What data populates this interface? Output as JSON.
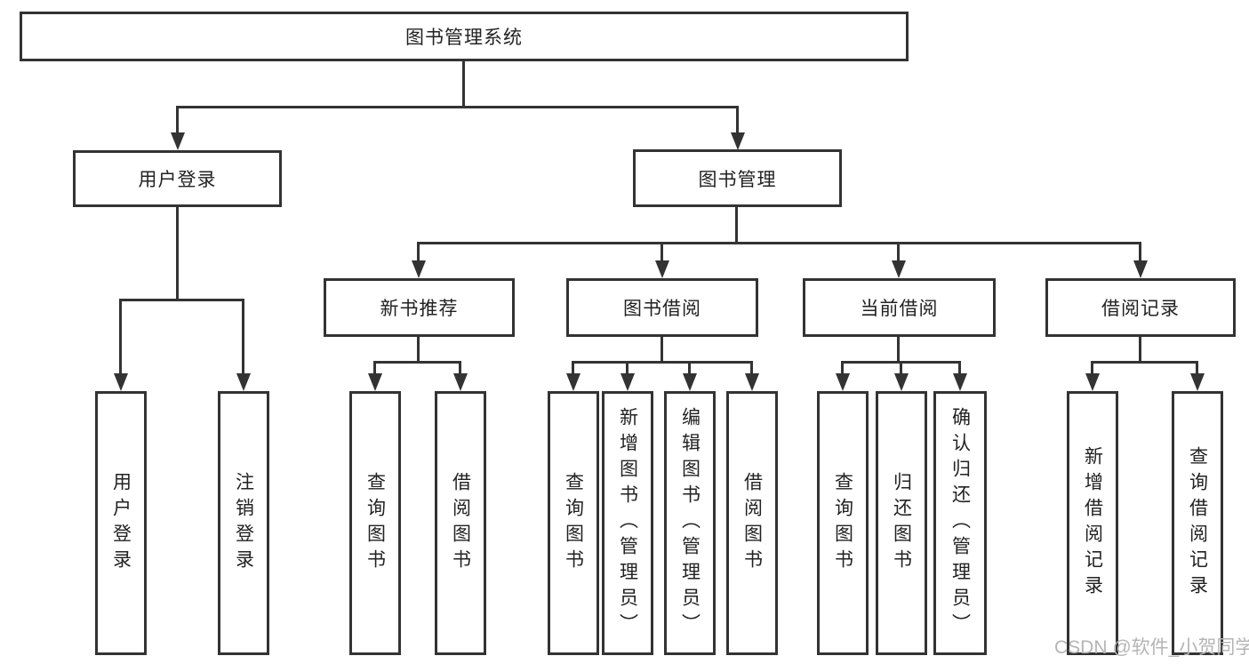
{
  "tree": {
    "label": "图书管理系统",
    "children": [
      {
        "label": "用户登录",
        "children": [
          {
            "label": "用户登录"
          },
          {
            "label": "注销登录"
          }
        ]
      },
      {
        "label": "图书管理",
        "children": [
          {
            "label": "新书推荐",
            "children": [
              {
                "label": "查询图书"
              },
              {
                "label": "借阅图书"
              }
            ]
          },
          {
            "label": "图书借阅",
            "children": [
              {
                "label": "查询图书"
              },
              {
                "label": "新增图书（管理员）"
              },
              {
                "label": "编辑图书（管理员）"
              },
              {
                "label": "借阅图书"
              }
            ]
          },
          {
            "label": "当前借阅",
            "children": [
              {
                "label": "查询图书"
              },
              {
                "label": "归还图书"
              },
              {
                "label": "确认归还（管理员）"
              }
            ]
          },
          {
            "label": "借阅记录",
            "children": [
              {
                "label": "新增借阅记录"
              },
              {
                "label": "查询借阅记录"
              }
            ]
          }
        ]
      }
    ]
  },
  "watermark": {
    "text": "CSDN @软件_小贺同学"
  },
  "colors": {
    "line": "#333333",
    "text": "#222222",
    "box_fill": "#ffffff",
    "background": "#ffffff",
    "watermark": "#b5b5b5"
  }
}
